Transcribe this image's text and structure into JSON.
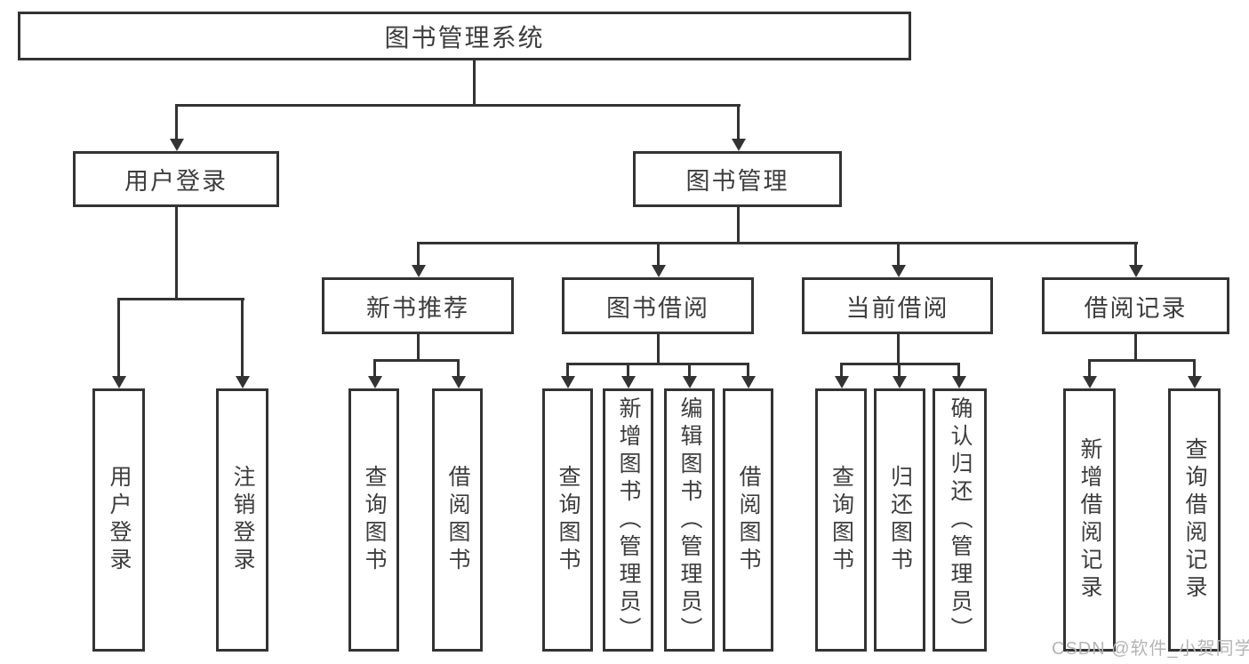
{
  "diagram": {
    "root": "图书管理系统",
    "level2": [
      "用户登录",
      "图书管理"
    ],
    "level3": [
      "新书推荐",
      "图书借阅",
      "当前借阅",
      "借阅记录"
    ],
    "leaves": {
      "user_login": [
        "用户登录",
        "注销登录"
      ],
      "new_books": [
        "查询图书",
        "借阅图书"
      ],
      "book_borrowing": [
        "查询图书",
        "新增图书（管理员）",
        "编辑图书（管理员）",
        "借阅图书"
      ],
      "current_borrowing": [
        "查询图书",
        "归还图书",
        "确认归还（管理员）"
      ],
      "borrowing_records": [
        "新增借阅记录",
        "查询借阅记录"
      ]
    },
    "colors": {
      "line": "#333333",
      "text": "#3d3d3d",
      "box_background": "#ffffff",
      "watermark": "#b5b5b5"
    }
  },
  "watermark": "CSDN @软件_小贺同学"
}
